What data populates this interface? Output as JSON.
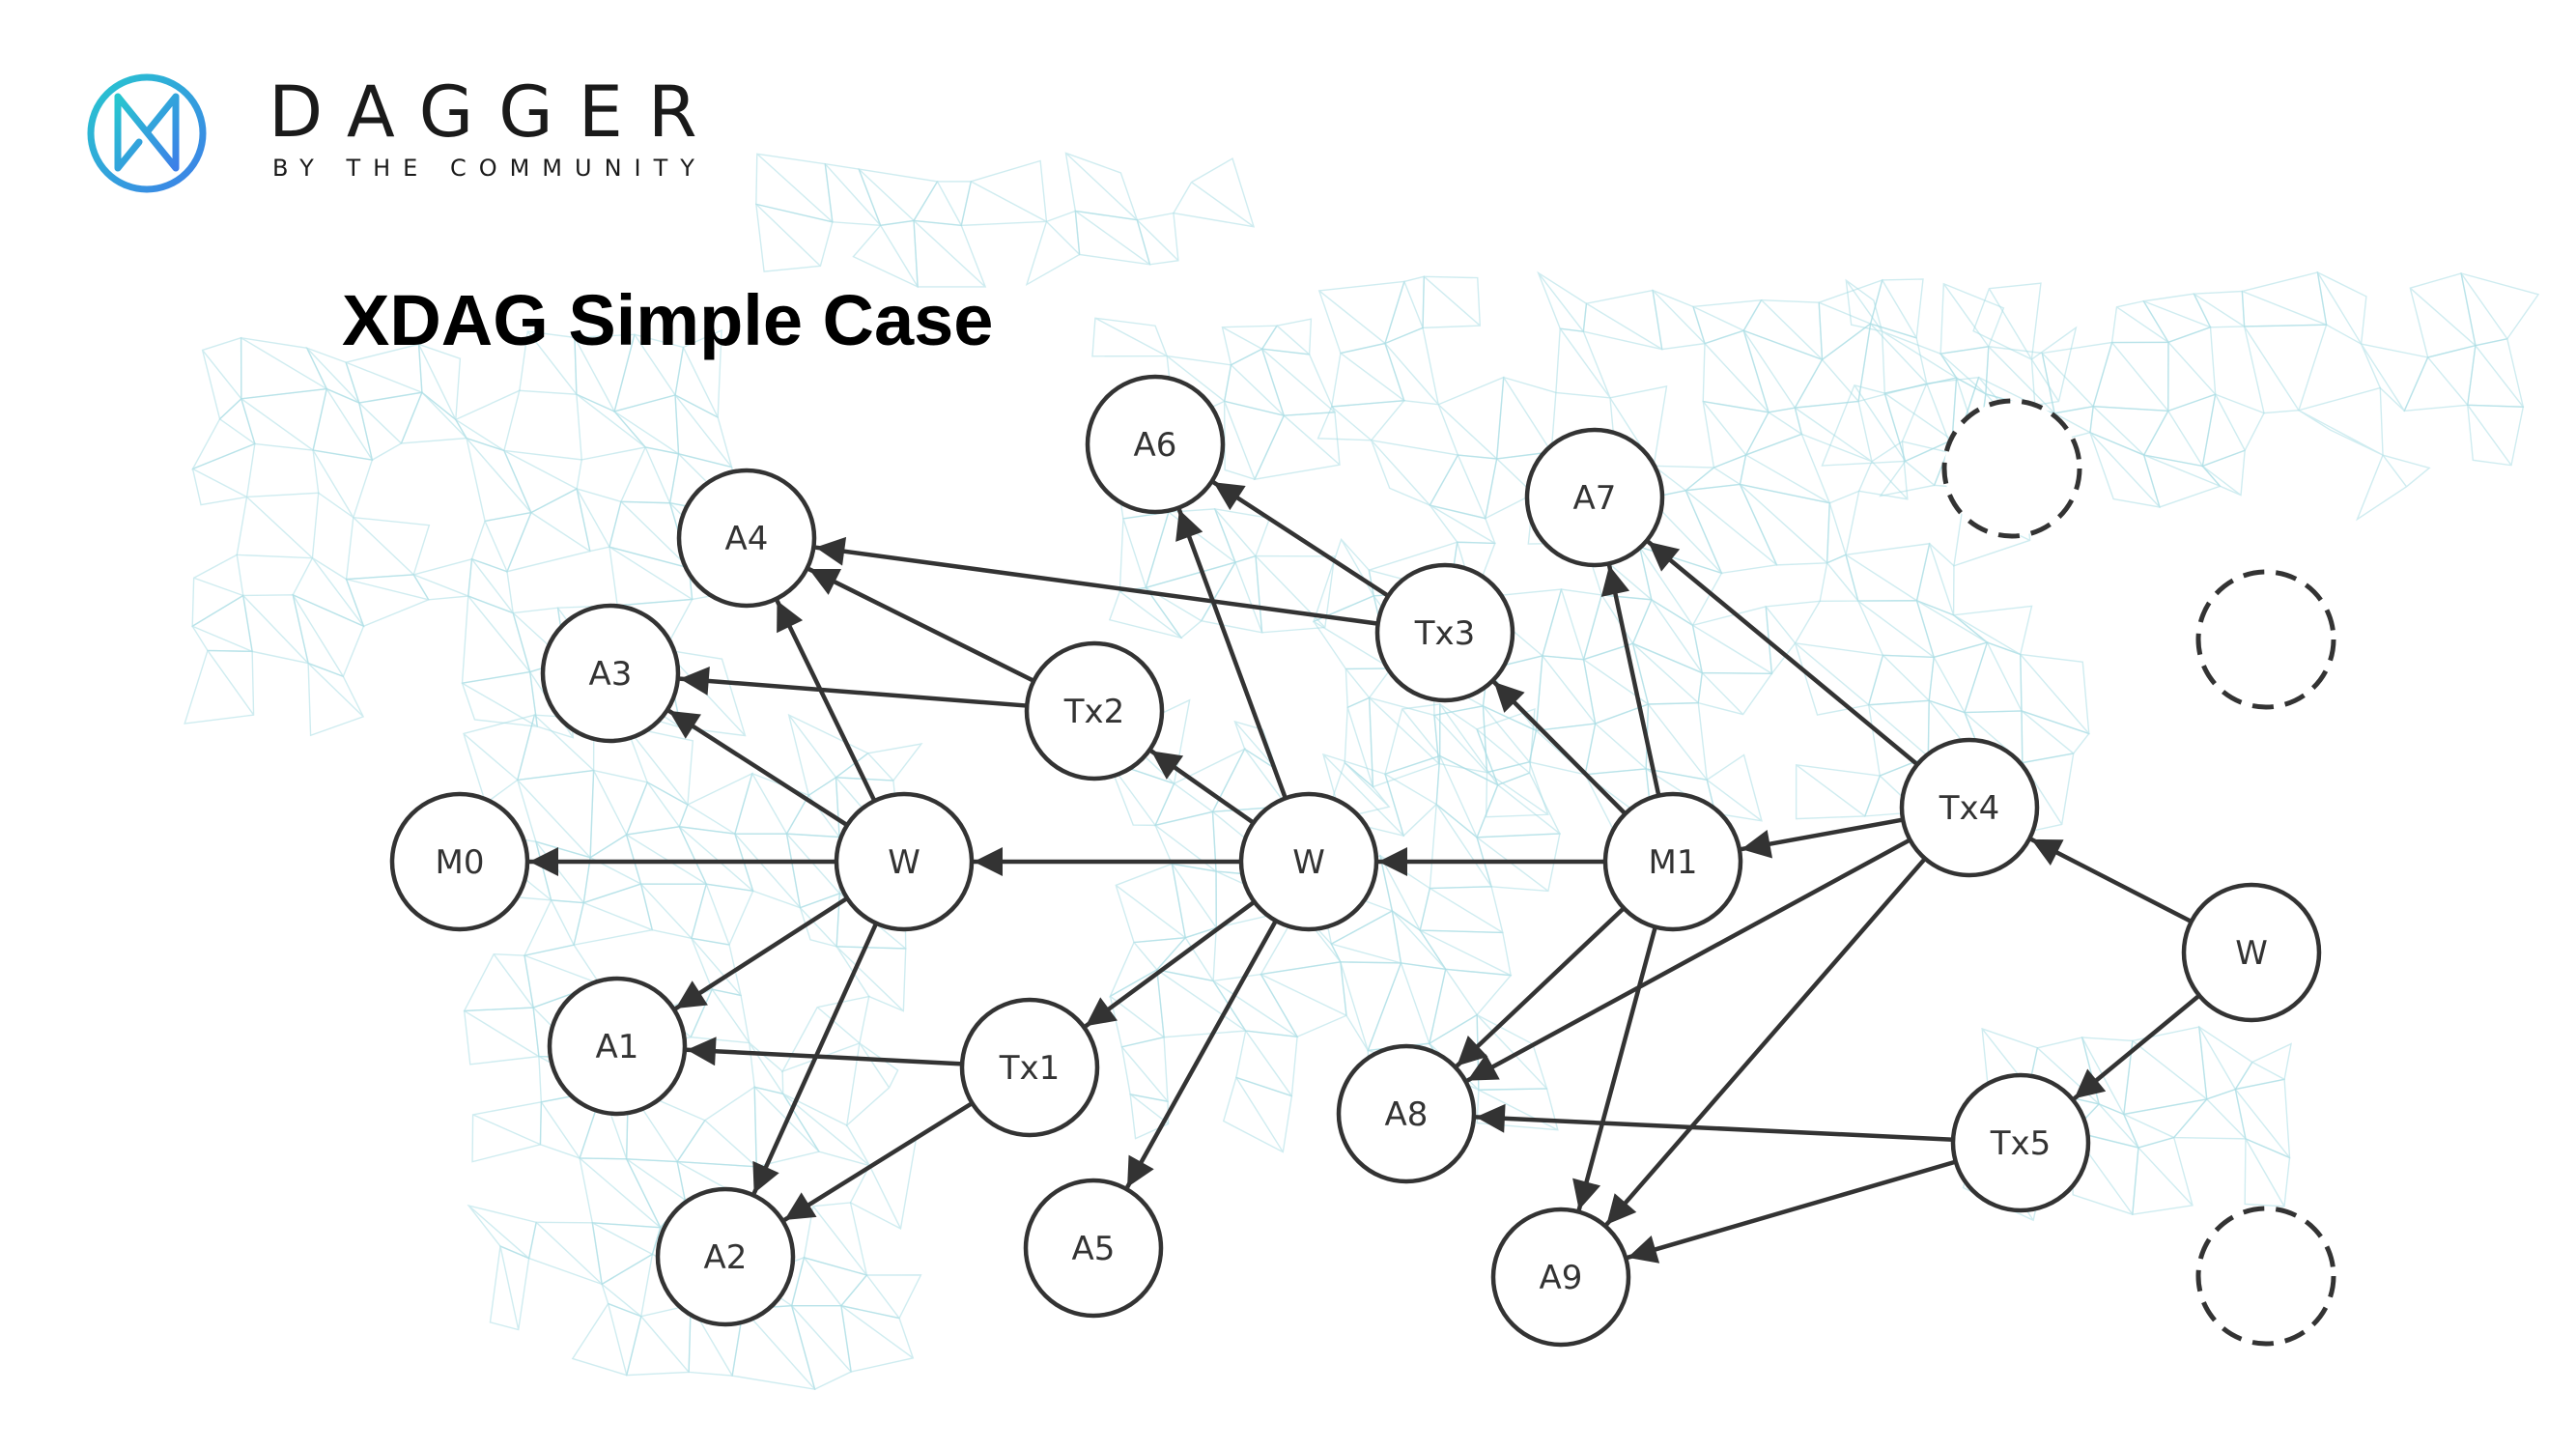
{
  "brand": {
    "name": "DAGGER",
    "tagline": "BY THE COMMUNITY",
    "accent_colors": [
      "#29c4d4",
      "#3a86e6"
    ]
  },
  "slide": {
    "title": "XDAG Simple Case"
  },
  "diagram": {
    "nodes": [
      {
        "id": "A6",
        "label": "A6"
      },
      {
        "id": "A7",
        "label": "A7"
      },
      {
        "id": "A4",
        "label": "A4"
      },
      {
        "id": "A3",
        "label": "A3"
      },
      {
        "id": "Tx2",
        "label": "Tx2"
      },
      {
        "id": "Tx3",
        "label": "Tx3"
      },
      {
        "id": "M0",
        "label": "M0"
      },
      {
        "id": "W1",
        "label": "W"
      },
      {
        "id": "W2",
        "label": "W"
      },
      {
        "id": "M1",
        "label": "M1"
      },
      {
        "id": "Tx4",
        "label": "Tx4"
      },
      {
        "id": "W3",
        "label": "W"
      },
      {
        "id": "A1",
        "label": "A1"
      },
      {
        "id": "Tx1",
        "label": "Tx1"
      },
      {
        "id": "A8",
        "label": "A8"
      },
      {
        "id": "Tx5",
        "label": "Tx5"
      },
      {
        "id": "A2",
        "label": "A2"
      },
      {
        "id": "A5",
        "label": "A5"
      },
      {
        "id": "A9",
        "label": "A9"
      },
      {
        "id": "D1",
        "label": "",
        "dashed": true
      },
      {
        "id": "D2",
        "label": "",
        "dashed": true
      },
      {
        "id": "D3",
        "label": "",
        "dashed": true
      }
    ],
    "edges": [
      [
        "W1",
        "M0"
      ],
      [
        "W1",
        "A3"
      ],
      [
        "W1",
        "A4"
      ],
      [
        "W1",
        "A1"
      ],
      [
        "W1",
        "A2"
      ],
      [
        "W2",
        "W1"
      ],
      [
        "W2",
        "Tx2"
      ],
      [
        "W2",
        "A6"
      ],
      [
        "W2",
        "Tx1"
      ],
      [
        "W2",
        "A5"
      ],
      [
        "Tx2",
        "A4"
      ],
      [
        "Tx2",
        "A3"
      ],
      [
        "Tx3",
        "A6"
      ],
      [
        "Tx3",
        "A4"
      ],
      [
        "Tx1",
        "A1"
      ],
      [
        "Tx1",
        "A2"
      ],
      [
        "M1",
        "W2"
      ],
      [
        "M1",
        "Tx3"
      ],
      [
        "M1",
        "A7"
      ],
      [
        "M1",
        "A8"
      ],
      [
        "M1",
        "A9"
      ],
      [
        "Tx4",
        "M1"
      ],
      [
        "Tx4",
        "A7"
      ],
      [
        "Tx4",
        "A8"
      ],
      [
        "Tx4",
        "A9"
      ],
      [
        "W3",
        "Tx4"
      ],
      [
        "W3",
        "Tx5"
      ],
      [
        "Tx5",
        "A8"
      ],
      [
        "Tx5",
        "A9"
      ]
    ],
    "colors": {
      "stroke": "#333333",
      "fill": "#ffffff",
      "text": "#333333",
      "map": "#a8dde4"
    }
  }
}
